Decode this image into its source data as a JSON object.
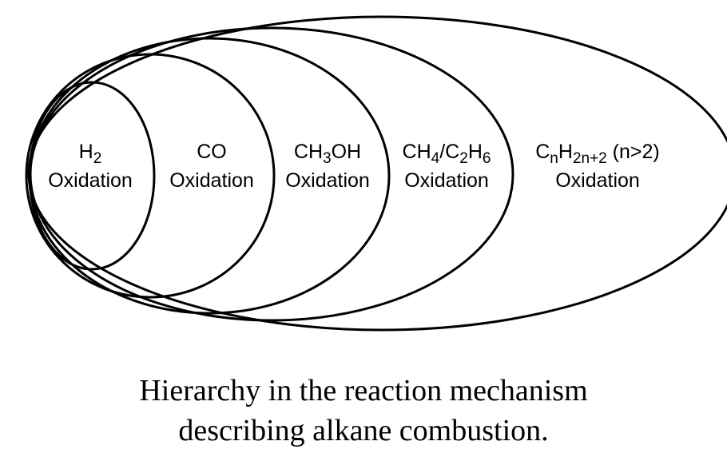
{
  "diagram": {
    "levels": [
      {
        "formula": [
          {
            "t": "H"
          },
          {
            "t": "2",
            "sub": true
          }
        ],
        "label": "Oxidation"
      },
      {
        "formula": [
          {
            "t": "CO"
          }
        ],
        "label": "Oxidation"
      },
      {
        "formula": [
          {
            "t": "CH"
          },
          {
            "t": "3",
            "sub": true
          },
          {
            "t": "OH"
          }
        ],
        "label": "Oxidation"
      },
      {
        "formula": [
          {
            "t": "CH"
          },
          {
            "t": "4",
            "sub": true
          },
          {
            "t": "/C"
          },
          {
            "t": "2",
            "sub": true
          },
          {
            "t": "H"
          },
          {
            "t": "6",
            "sub": true
          }
        ],
        "label": "Oxidation"
      },
      {
        "formula": [
          {
            "t": "C"
          },
          {
            "t": "n",
            "sub": true
          },
          {
            "t": "H"
          },
          {
            "t": "2n+2",
            "sub": true
          },
          {
            "t": " (n>2)"
          }
        ],
        "label": "Oxidation"
      }
    ],
    "stroke_color": "#000000"
  },
  "caption": {
    "line1": "Hierarchy in the reaction mechanism",
    "line2": "describing alkane combustion."
  }
}
